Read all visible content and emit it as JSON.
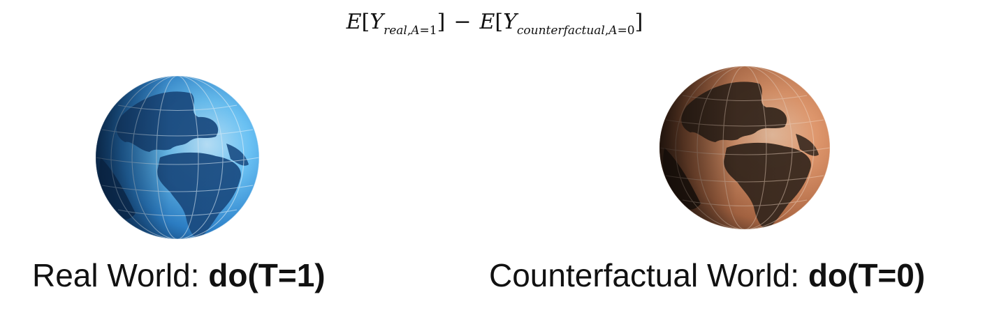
{
  "formula": {
    "E1": "E",
    "lb1": "[",
    "Y1": "Y",
    "sub1_word": "real",
    "sub1_comma": ",",
    "sub1_A": "A",
    "sub1_eq": "=1",
    "rb1": "]",
    "minus": "−",
    "E2": "E",
    "lb2": "[",
    "Y2": "Y",
    "sub2_word": "counterfactual",
    "sub2_comma": ",",
    "sub2_A": "A",
    "sub2_eq": "=0",
    "rb2": "]"
  },
  "real": {
    "label": "Real World: ",
    "bold": "do(T=1)",
    "globe_icon": "blue-globe-icon",
    "colors": {
      "light": "#7fd0fb",
      "mid": "#2f86d0",
      "dark": "#0d3563",
      "land": "#1c4f86"
    }
  },
  "counterfactual": {
    "label": "Counterfactual World: ",
    "bold": "do(T=0)",
    "globe_icon": "orange-globe-icon",
    "colors": {
      "light": "#e7a17a",
      "mid": "#b86f49",
      "dark": "#261a14",
      "land": "#3a2a20"
    }
  }
}
